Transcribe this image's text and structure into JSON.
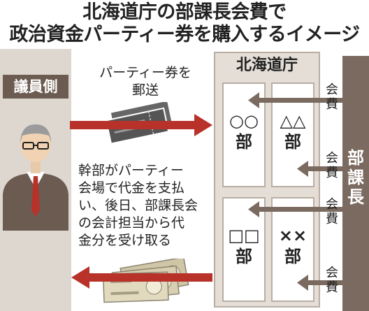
{
  "title": {
    "line1": "北海道庁の部課長会費で",
    "line2": "政治資金パーティー券を購入するイメージ"
  },
  "assembly_side": {
    "label": "議員側"
  },
  "mail_caption": {
    "line1": "パーティー券を",
    "line2": "郵送"
  },
  "description": {
    "lines": [
      "幹部がパーティー",
      "会場で代金を支払",
      "い、後日、部課長会",
      "の会計担当から代",
      "金分を受け取る"
    ]
  },
  "government": {
    "title": "北海道庁",
    "departments": [
      {
        "mark": "○○",
        "suffix": "部"
      },
      {
        "mark": "△△",
        "suffix": "部"
      },
      {
        "mark": "□□",
        "suffix": "部"
      },
      {
        "mark": "××",
        "suffix": "部"
      }
    ]
  },
  "chiefs": {
    "label_chars": [
      "部",
      "課",
      "長"
    ]
  },
  "fee_label": {
    "chars": [
      "会",
      "費"
    ]
  },
  "colors": {
    "arrow_red": "#b8322a",
    "fee_arrow": "#7a6a60",
    "panel_dark": "#6b5b50",
    "panel_light": "#ddd7cf"
  }
}
